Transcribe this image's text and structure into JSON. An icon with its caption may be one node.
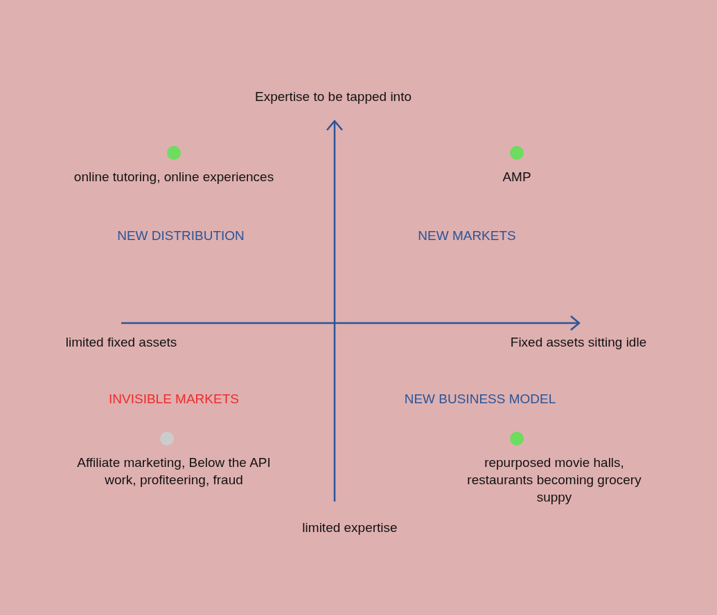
{
  "diagram": {
    "nodes": [
      {
        "text": [
          "online tutoring, online experiences"
        ]
      },
      {
        "text": [
          "AMP"
        ]
      },
      {
        "text": [
          "Affiliate marketing, Below the API work, profiteering, fraud"
        ]
      },
      {
        "text": [
          "repurposed movie halls, restaurants becoming grocery suppy"
        ]
      }
    ],
    "edges": [],
    "labels": [
      "Expertise to be tapped into",
      "NEW DISTRIBUTION",
      "NEW MARKETS",
      "limited fixed assets",
      "Fixed assets sitting idle",
      "INVISIBLE MARKETS",
      "NEW BUSINESS MODEL",
      "limited expertise"
    ]
  }
}
